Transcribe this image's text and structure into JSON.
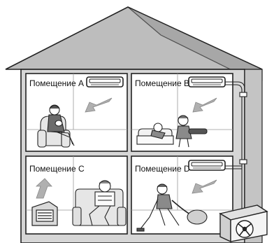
{
  "rooms": [
    {
      "id": "A",
      "label": "Помещение A",
      "has_indoor_unit": true
    },
    {
      "id": "B",
      "label": "Помещение B",
      "has_indoor_unit": true
    },
    {
      "id": "C",
      "label": "Помещение C",
      "has_indoor_unit": false
    },
    {
      "id": "D",
      "label": "Помещение D",
      "has_indoor_unit": true
    }
  ],
  "colors": {
    "roof": "#bdbdbd",
    "roof_side": "#9e9e9e",
    "walls": "#d6d6d6",
    "room_bg": "#ffffff",
    "outline": "#222222",
    "airflow_arrow": "#b0b0b0"
  },
  "icons": {
    "indoor_unit": "wall-air-conditioner-icon",
    "outdoor_unit": "outdoor-condenser-unit-icon",
    "piping": "refrigerant-pipe-icon",
    "airflow": "airflow-arrow-icon"
  }
}
